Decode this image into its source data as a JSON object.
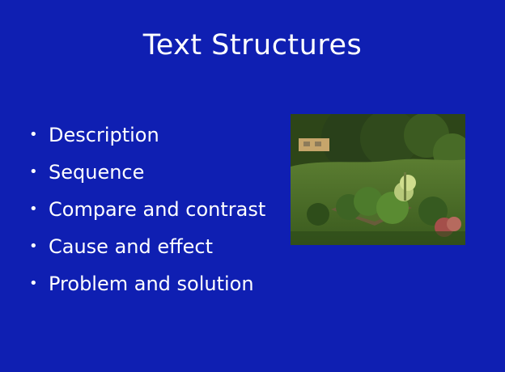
{
  "slide": {
    "title": "Text Structures",
    "bullet_symbol": "•",
    "bullets": [
      "Description",
      "Sequence",
      "Compare and contrast",
      "Cause and effect",
      "Problem and solution"
    ]
  },
  "colors": {
    "background": "#0f1fb2",
    "text": "#ffffff"
  },
  "photo": {
    "subject": "garden-photo"
  }
}
